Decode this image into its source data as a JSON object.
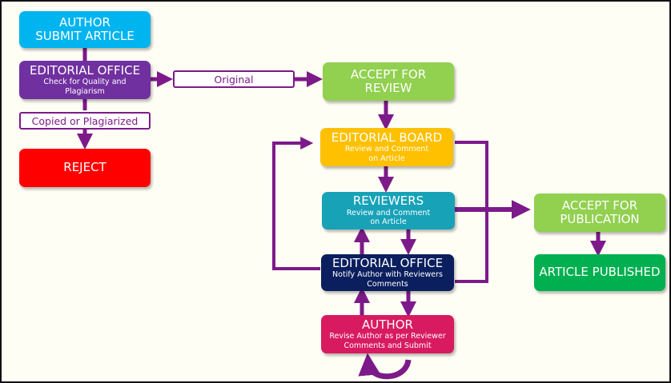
{
  "colors": {
    "connector": "#7d1a8a",
    "background": "#fefef4"
  },
  "nodes": {
    "author_submit": {
      "title": "AUTHOR",
      "title2": "SUBMIT ARTICLE",
      "color": "#00b4f0"
    },
    "editorial_office_check": {
      "title": "EDITORIAL OFFICE",
      "sub": "Check for Quality and Plagiarism",
      "color": "#7030a0"
    },
    "reject": {
      "title": "REJECT",
      "color": "#ff0000"
    },
    "accept_review": {
      "title": "ACCEPT FOR",
      "title2": "REVIEW",
      "color": "#92d050"
    },
    "editorial_board": {
      "title": "EDITORIAL BOARD",
      "sub": "Review and Comment on Article",
      "color": "#ffc000"
    },
    "reviewers": {
      "title": "REVIEWERS",
      "sub": "Review and Comment on Article",
      "color": "#17a2b8"
    },
    "editorial_office_notify": {
      "title": "EDITORIAL OFFICE",
      "sub": "Notify Author with Reviewers Comments",
      "color": "#0b1f5e"
    },
    "author_revise": {
      "title": "AUTHOR",
      "sub": "Revise Author as per Reviewer Comments and Submit",
      "color": "#d81b60"
    },
    "accept_publication": {
      "title": "ACCEPT FOR",
      "title2": "PUBLICATION",
      "color": "#92d050"
    },
    "published": {
      "title": "ARTICLE PUBLISHED",
      "color": "#00b050"
    }
  },
  "labels": {
    "original": "Original",
    "copied": "Copied or Plagiarized"
  }
}
